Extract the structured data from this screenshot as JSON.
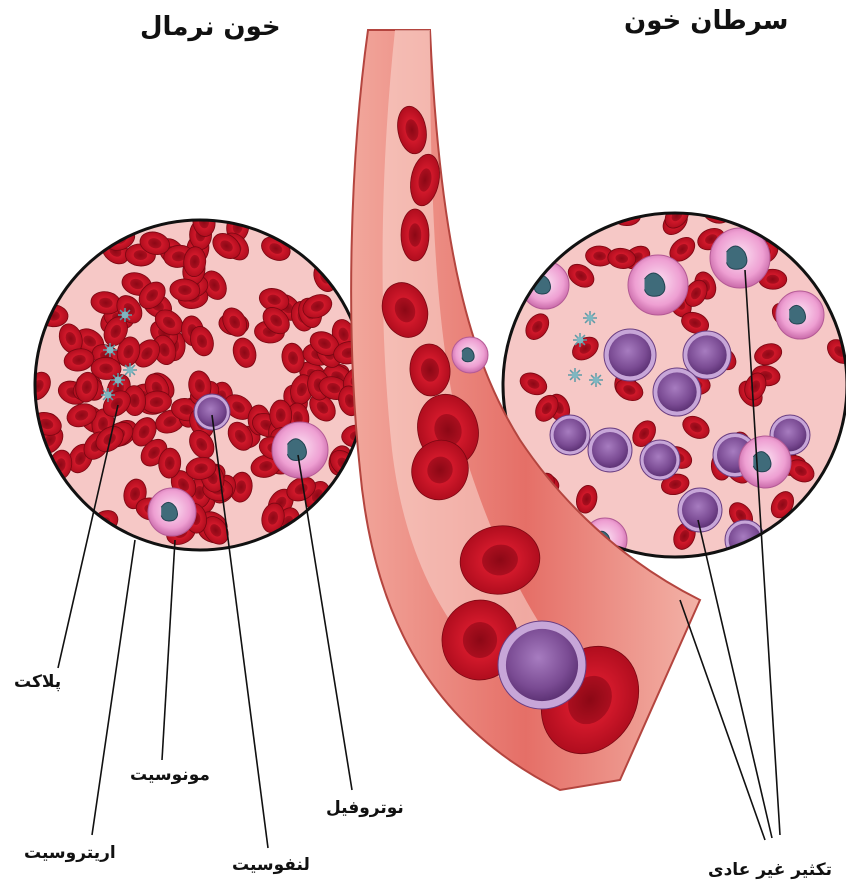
{
  "titles": {
    "normal": "خون نرمال",
    "cancer": "سرطان خون"
  },
  "labels": {
    "platelet": "پلاکت",
    "monocyte": "مونوسیت",
    "erythrocyte": "اریتروسیت",
    "lymphocyte": "لنفوسیت",
    "neutrophil": "نوتروفیل",
    "abnormal_proliferation": "تکثیر غیر عادی"
  },
  "colors": {
    "red_cell": "#c8102e",
    "circle_bg": "#f5c6c6",
    "lymphocyte": "#7b4a92",
    "neutrophil": "#f2a6d6",
    "vessel": "#e98d84"
  }
}
